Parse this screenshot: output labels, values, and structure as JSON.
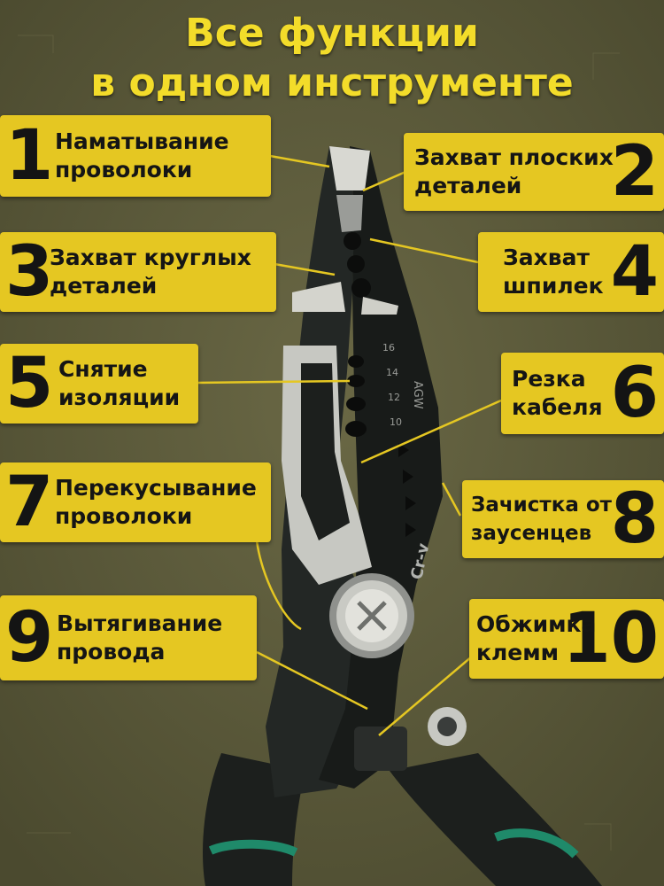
{
  "title": [
    "Все функции",
    "в одном инструменте"
  ],
  "stamp": {
    "model": "Cr-v",
    "gauge_label": "AGW",
    "gauges": [
      "16",
      "14",
      "12",
      "10"
    ]
  },
  "features": [
    {
      "num": "1",
      "lines": [
        "Наматывание",
        "проволоки"
      ]
    },
    {
      "num": "2",
      "lines": [
        "Захват плоских",
        "деталей"
      ]
    },
    {
      "num": "3",
      "lines": [
        "Захват круглых",
        "деталей"
      ]
    },
    {
      "num": "4",
      "lines": [
        "Захват",
        "шпилек"
      ]
    },
    {
      "num": "5",
      "lines": [
        "Снятие",
        "изоляции"
      ]
    },
    {
      "num": "6",
      "lines": [
        "Резка",
        "кабеля"
      ]
    },
    {
      "num": "7",
      "lines": [
        "Перекусывание",
        "проволоки"
      ]
    },
    {
      "num": "8",
      "lines": [
        "Зачистка от",
        "заусенцев"
      ]
    },
    {
      "num": "9",
      "lines": [
        "Вытягивание",
        "провода"
      ]
    },
    {
      "num": "10",
      "lines": [
        "Обжимка",
        "клемм"
      ]
    }
  ],
  "colors": {
    "label_bg": "#e5c722",
    "title": "#f3dc2a",
    "background": "#5b5a3a",
    "handle_accent": "#1f8a6a"
  }
}
